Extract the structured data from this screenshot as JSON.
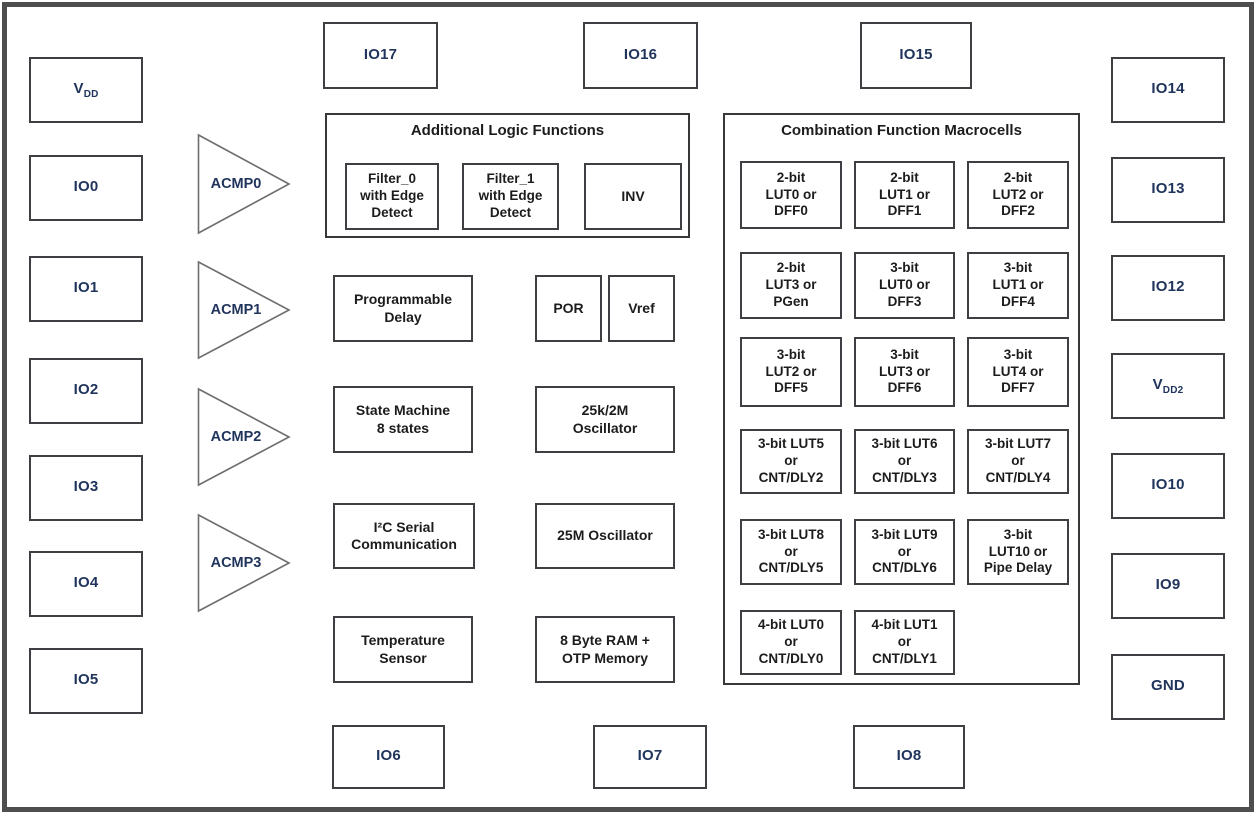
{
  "diagram": {
    "pins": {
      "left": [
        {
          "label": "V",
          "sub": "DD"
        },
        {
          "label": "IO0",
          "sub": ""
        },
        {
          "label": "IO1",
          "sub": ""
        },
        {
          "label": "IO2",
          "sub": ""
        },
        {
          "label": "IO3",
          "sub": ""
        },
        {
          "label": "IO4",
          "sub": ""
        },
        {
          "label": "IO5",
          "sub": ""
        }
      ],
      "top": [
        {
          "label": "IO17",
          "sub": ""
        },
        {
          "label": "IO16",
          "sub": ""
        },
        {
          "label": "IO15",
          "sub": ""
        }
      ],
      "right": [
        {
          "label": "IO14",
          "sub": ""
        },
        {
          "label": "IO13",
          "sub": ""
        },
        {
          "label": "IO12",
          "sub": ""
        },
        {
          "label": "V",
          "sub": "DD2"
        },
        {
          "label": "IO10",
          "sub": ""
        },
        {
          "label": "IO9",
          "sub": ""
        },
        {
          "label": "GND",
          "sub": ""
        }
      ],
      "bottom": [
        {
          "label": "IO6",
          "sub": ""
        },
        {
          "label": "IO7",
          "sub": ""
        },
        {
          "label": "IO8",
          "sub": ""
        }
      ]
    },
    "comparators": [
      {
        "label": "ACMP0"
      },
      {
        "label": "ACMP1"
      },
      {
        "label": "ACMP2"
      },
      {
        "label": "ACMP3"
      }
    ],
    "additional_logic": {
      "title": "Additional Logic Functions",
      "blocks": [
        {
          "text": "Filter_0\nwith Edge\nDetect"
        },
        {
          "text": "Filter_1\nwith Edge\nDetect"
        },
        {
          "text": "INV"
        }
      ]
    },
    "center_blocks": [
      {
        "text": "Programmable\nDelay"
      },
      {
        "text": "POR"
      },
      {
        "text": "Vref"
      },
      {
        "text": "State Machine\n8 states"
      },
      {
        "text": "25k/2M\nOscillator"
      },
      {
        "text": "I²C Serial\nCommunication"
      },
      {
        "text": "25M Oscillator"
      },
      {
        "text": "Temperature\nSensor"
      },
      {
        "text": "8 Byte RAM +\nOTP Memory"
      }
    ],
    "macrocells": {
      "title": "Combination Function Macrocells",
      "cells": [
        {
          "text": "2-bit\nLUT0 or\nDFF0"
        },
        {
          "text": "2-bit\nLUT1 or\nDFF1"
        },
        {
          "text": "2-bit\nLUT2 or\nDFF2"
        },
        {
          "text": "2-bit\nLUT3 or\nPGen"
        },
        {
          "text": "3-bit\nLUT0 or\nDFF3"
        },
        {
          "text": "3-bit\nLUT1 or\nDFF4"
        },
        {
          "text": "3-bit\nLUT2 or\nDFF5"
        },
        {
          "text": "3-bit\nLUT3 or\nDFF6"
        },
        {
          "text": "3-bit\nLUT4 or\nDFF7"
        },
        {
          "text": "3-bit LUT5\nor\nCNT/DLY2"
        },
        {
          "text": "3-bit LUT6\nor\nCNT/DLY3"
        },
        {
          "text": "3-bit LUT7\nor\nCNT/DLY4"
        },
        {
          "text": "3-bit LUT8\nor\nCNT/DLY5"
        },
        {
          "text": "3-bit LUT9\nor\nCNT/DLY6"
        },
        {
          "text": "3-bit\nLUT10 or\nPipe Delay"
        },
        {
          "text": "4-bit LUT0\nor\nCNT/DLY0"
        },
        {
          "text": "4-bit LUT1\nor\nCNT/DLY1"
        }
      ]
    }
  }
}
